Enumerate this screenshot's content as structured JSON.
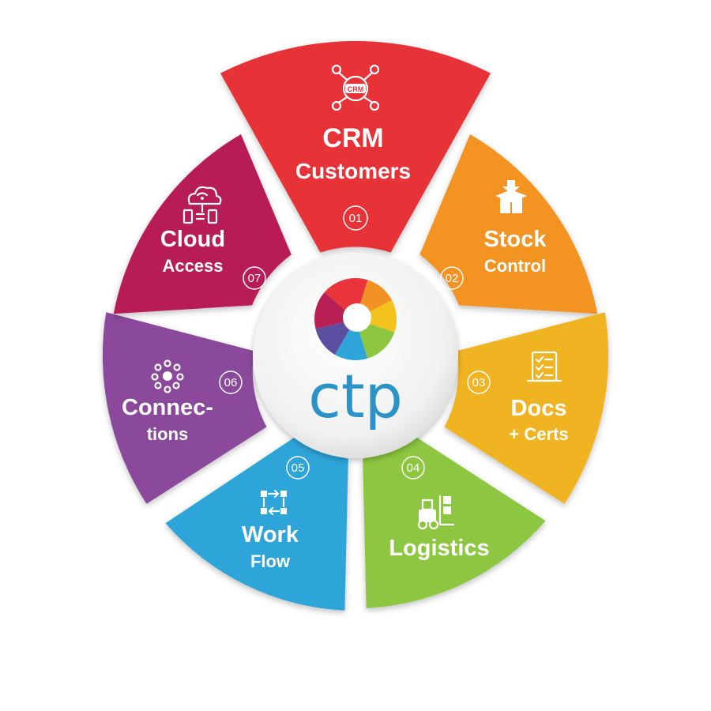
{
  "center": {
    "logo_text": "ctp"
  },
  "segments": [
    {
      "number": "01",
      "title": "CRM",
      "subtitle": "Customers",
      "icon": "crm-network-icon",
      "color": "#e73037"
    },
    {
      "number": "02",
      "title": "Stock",
      "subtitle": "Control",
      "icon": "box-download-icon",
      "color": "#f39323"
    },
    {
      "number": "03",
      "title": "Docs",
      "subtitle": "+ Certs",
      "icon": "document-checklist-icon",
      "color": "#f0b323"
    },
    {
      "number": "04",
      "title": "Logistics",
      "subtitle": "",
      "icon": "forklift-icon",
      "color": "#8dc63f"
    },
    {
      "number": "05",
      "title": "Work",
      "subtitle": "Flow",
      "icon": "workflow-icon",
      "color": "#2ea5d9"
    },
    {
      "number": "06",
      "title": "Connec-",
      "subtitle": "tions",
      "icon": "connections-hub-icon",
      "color": "#8a4a9a"
    },
    {
      "number": "07",
      "title": "Cloud",
      "subtitle": "Access",
      "icon": "cloud-devices-icon",
      "color": "#b81f55"
    }
  ]
}
